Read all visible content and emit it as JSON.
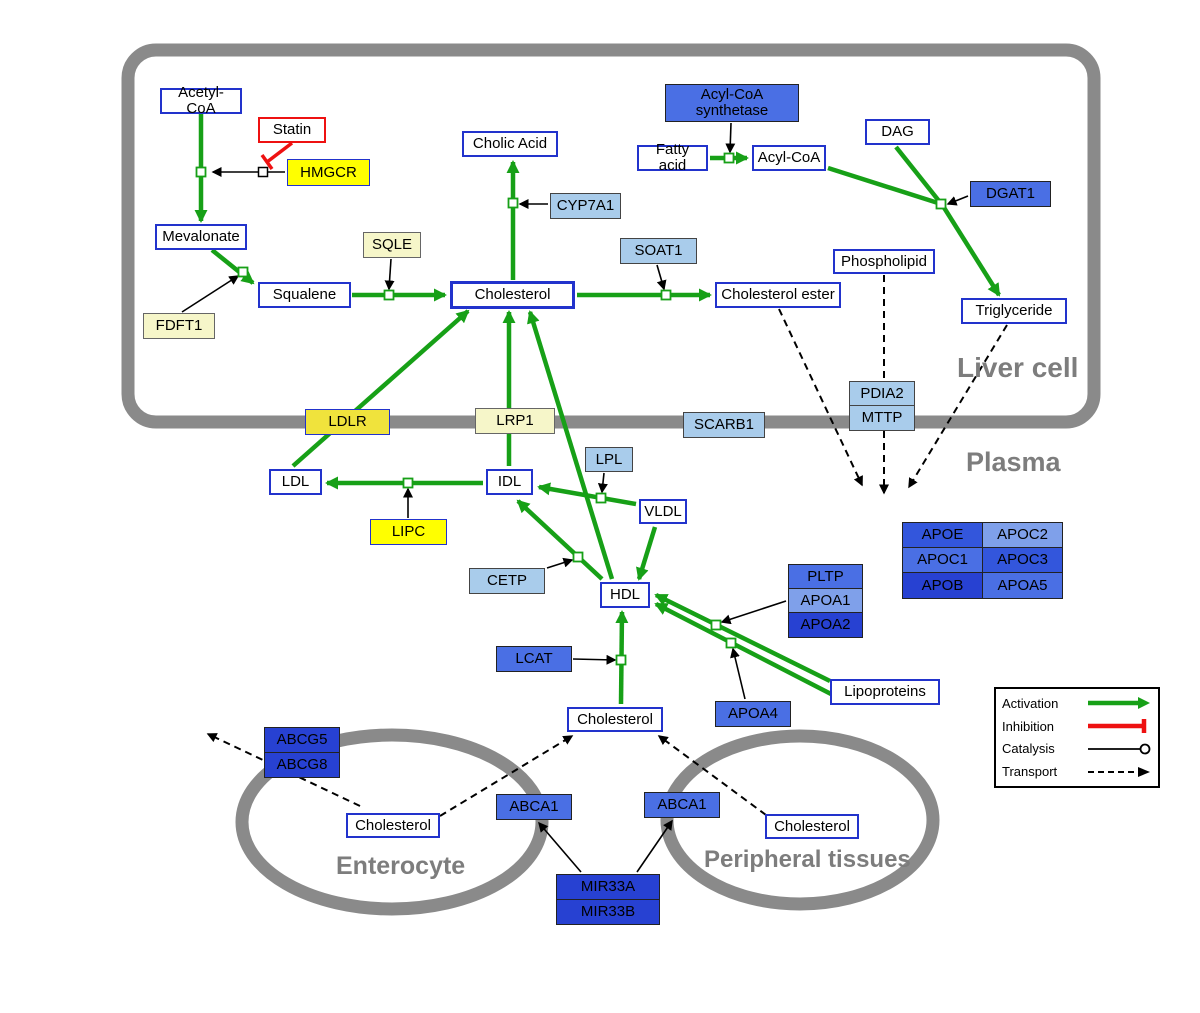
{
  "compartments": {
    "liver": "Liver cell",
    "plasma": "Plasma",
    "enterocyte": "Enterocyte",
    "peripheral": "Peripheral tissues"
  },
  "nodes": {
    "acetyl_coa": {
      "label": "Acetyl-CoA"
    },
    "statin": {
      "label": "Statin"
    },
    "hmgcr": {
      "label": "HMGCR"
    },
    "mevalonate": {
      "label": "Mevalonate"
    },
    "fdft1": {
      "label": "FDFT1"
    },
    "squalene": {
      "label": "Squalene"
    },
    "sqle": {
      "label": "SQLE"
    },
    "cholic_acid": {
      "label": "Cholic Acid"
    },
    "cyp7a1": {
      "label": "CYP7A1"
    },
    "cholesterol_liver": {
      "label": "Cholesterol"
    },
    "soat1": {
      "label": "SOAT1"
    },
    "cholesterol_ester": {
      "label": "Cholesterol ester"
    },
    "acyl_coa_synthetase": {
      "label": "Acyl-CoA synthetase"
    },
    "fatty_acid": {
      "label": "Fatty acid"
    },
    "acyl_coa": {
      "label": "Acyl-CoA"
    },
    "dag": {
      "label": "DAG"
    },
    "dgat1": {
      "label": "DGAT1"
    },
    "phospholipid": {
      "label": "Phospholipid"
    },
    "triglyceride": {
      "label": "Triglyceride"
    },
    "ldlr": {
      "label": "LDLR"
    },
    "lrp1": {
      "label": "LRP1"
    },
    "scarb1": {
      "label": "SCARB1"
    },
    "pdia2": {
      "label": "PDIA2"
    },
    "mttp": {
      "label": "MTTP"
    },
    "ldl": {
      "label": "LDL"
    },
    "idl": {
      "label": "IDL"
    },
    "lipc": {
      "label": "LIPC"
    },
    "lpl": {
      "label": "LPL"
    },
    "vldl": {
      "label": "VLDL"
    },
    "cetp": {
      "label": "CETP"
    },
    "hdl": {
      "label": "HDL"
    },
    "pltp": {
      "label": "PLTP"
    },
    "apoa1": {
      "label": "APOA1"
    },
    "apoa2": {
      "label": "APOA2"
    },
    "apoe": {
      "label": "APOE"
    },
    "apoc2": {
      "label": "APOC2"
    },
    "apoc1": {
      "label": "APOC1"
    },
    "apoc3": {
      "label": "APOC3"
    },
    "apob": {
      "label": "APOB"
    },
    "apoa5": {
      "label": "APOA5"
    },
    "lcat": {
      "label": "LCAT"
    },
    "apoa4": {
      "label": "APOA4"
    },
    "lipoproteins": {
      "label": "Lipoproteins"
    },
    "cholesterol_plasma": {
      "label": "Cholesterol"
    },
    "abcg5": {
      "label": "ABCG5"
    },
    "abcg8": {
      "label": "ABCG8"
    },
    "cholesterol_enterocyte": {
      "label": "Cholesterol"
    },
    "abca1_enterocyte": {
      "label": "ABCA1"
    },
    "abca1_peripheral": {
      "label": "ABCA1"
    },
    "cholesterol_peripheral": {
      "label": "Cholesterol"
    },
    "mir33a": {
      "label": "MIR33A"
    },
    "mir33b": {
      "label": "MIR33B"
    }
  },
  "legend": {
    "activation": "Activation",
    "inhibition": "Inhibition",
    "catalysis": "Catalysis",
    "transport": "Transport"
  },
  "colors": {
    "activation_green": "#17a017",
    "inhibition_red": "#ee1111",
    "membrane_gray": "#8a8a8a",
    "metabolite_border_blue": "#2233cc",
    "highlight_yellow": "#ffff00",
    "pale_yellow": "#f6f6c9",
    "enzyme_light_blue": "#a9cceb",
    "gene_blue_light": "#7fa0ea",
    "gene_blue_medium": "#4a6fe4",
    "gene_blue_dark": "#2741d2"
  }
}
